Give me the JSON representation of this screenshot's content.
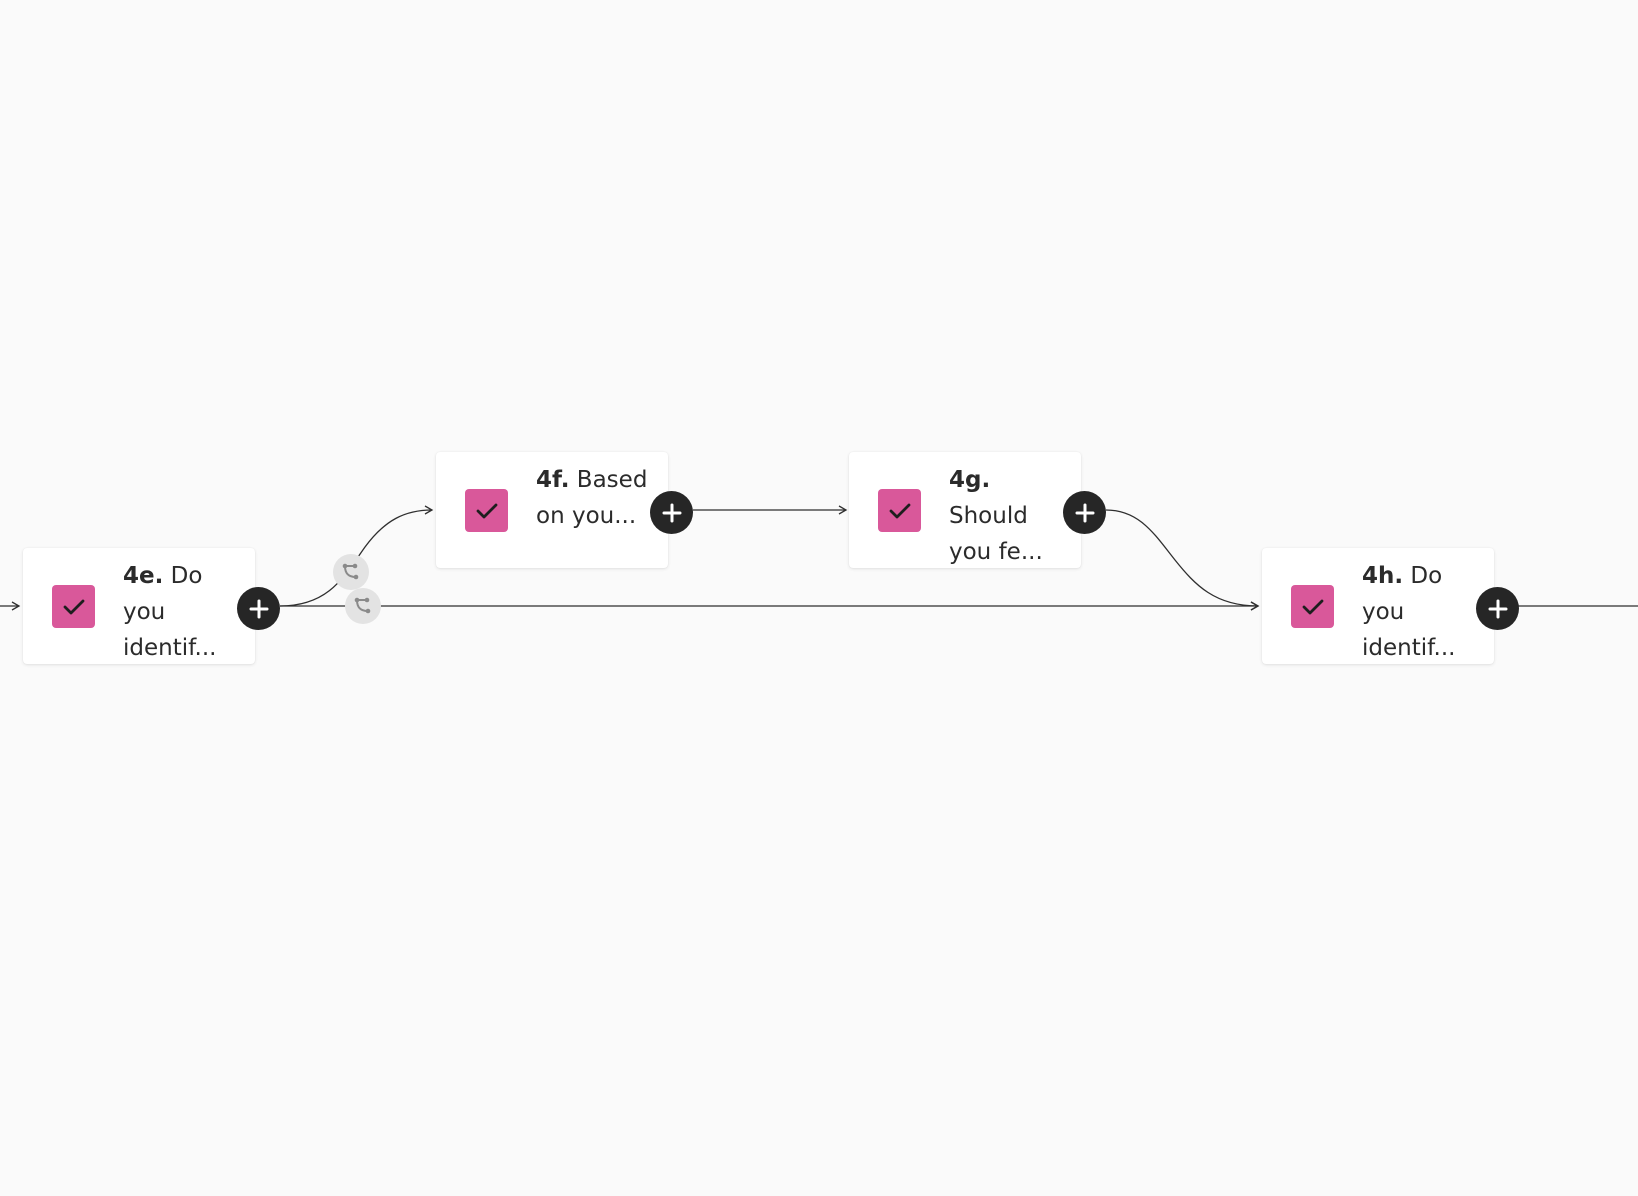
{
  "colors": {
    "background": "#fafafa",
    "node_icon": "#d9589a",
    "connector": "#2f2f2f",
    "add_button": "#262626",
    "branch_button": "#e3e3e3"
  },
  "nodes": [
    {
      "id": "4e",
      "number": "4e.",
      "text": " Do you identif..."
    },
    {
      "id": "4f",
      "number": "4f.",
      "text": " Based on you..."
    },
    {
      "id": "4g",
      "number": "4g.",
      "text": " Should you fe..."
    },
    {
      "id": "4h",
      "number": "4h.",
      "text": " Do you identif..."
    }
  ],
  "icons": {
    "node": "check-icon",
    "add": "plus-icon",
    "branch": "branch-icon"
  }
}
